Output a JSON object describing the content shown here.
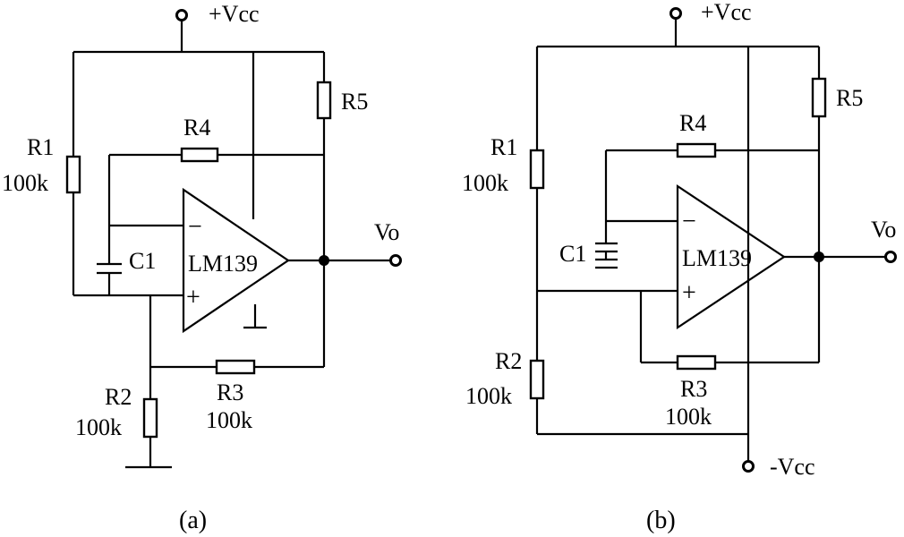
{
  "circuit_a": {
    "vcc": "+Vcc",
    "r1": "R1",
    "r1_val": "100k",
    "r2": "R2",
    "r2_val": "100k",
    "r3": "R3",
    "r3_val": "100k",
    "r4": "R4",
    "r5": "R5",
    "c1": "C1",
    "ic": "LM139",
    "minus": "−",
    "plus": "+",
    "out": "Vo",
    "caption": "(a)"
  },
  "circuit_b": {
    "vcc": "+Vcc",
    "vee": "-Vcc",
    "r1": "R1",
    "r1_val": "100k",
    "r2": "R2",
    "r2_val": "100k",
    "r3": "R3",
    "r3_val": "100k",
    "r4": "R4",
    "r5": "R5",
    "c1": "C1",
    "ic": "LM139",
    "minus": "−",
    "plus": "+",
    "out": "Vo",
    "caption": "(b)"
  }
}
